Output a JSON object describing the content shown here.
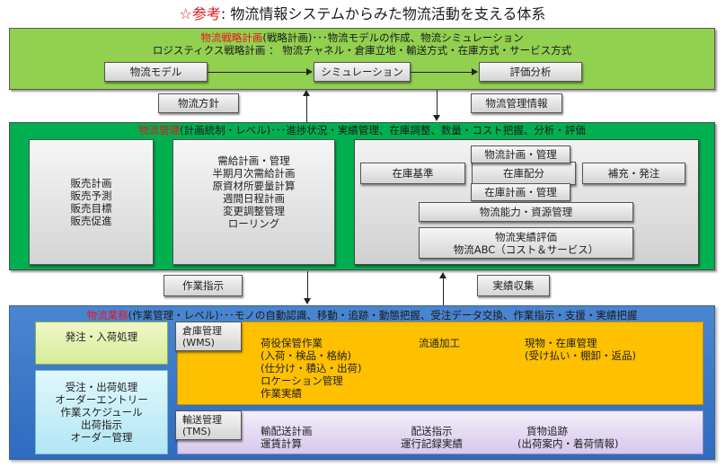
{
  "title": {
    "star": "☆",
    "ref": "参考",
    "rest": ": 物流情報システムからみた物流活動を支える体系"
  },
  "strategy": {
    "heading_red": "物流戦略計画",
    "heading_rest": "(戦略計画)･･･物流モデルの作成、物流シミュレーション",
    "line2": "ロジスティクス戦略計画 ： 物流チャネル・倉庫立地・輸送方式・在庫方式・サービス方式",
    "flow": [
      "物流モデル",
      "シミュレーション",
      "評価分析"
    ]
  },
  "links_top": {
    "left_label": "物流方針",
    "right_label": "物流管理情報"
  },
  "management": {
    "heading_red": "物流管理",
    "heading_rest": "(計画統制・レベル)･･･進捗状況・実績管理、在庫調整、数量・コスト把握、分析・評価",
    "sales_box": [
      "販売計画",
      "販売予測",
      "販売目標",
      "販売促進"
    ],
    "supply_box": [
      "需給計画・管理",
      "半期月次需給計画",
      "原資材所要量計算",
      "週間日程計画",
      "変更調整管理",
      "ローリング"
    ],
    "inventory": {
      "standard": "在庫基準",
      "logistics_plan": "物流計画・管理",
      "allocation": "在庫配分",
      "inventory_plan": "在庫計画・管理",
      "replenish": "補充・発注",
      "capacity": "物流能力・資源管理",
      "evaluation_line1": "物流実績評価",
      "evaluation_line2": "物流ABC（コスト＆サービス）"
    }
  },
  "links_bottom": {
    "left_label": "作業指示",
    "right_label": "実績収集"
  },
  "operations": {
    "heading_red": "物流業務",
    "heading_rest": "(作業管理・レベル)･･･モノの自動認識、移動・追跡・動態把握、受注データ交換、作業指示・支援・実績把握",
    "order_receiving": "発注・入荷処理",
    "order_shipping": [
      "受注・出荷処理",
      "オーダーエントリー",
      "作業スケジュール",
      "出荷指示",
      "オーダー管理"
    ],
    "wms": {
      "tag": [
        "倉庫管理",
        "(WMS)"
      ],
      "col1": [
        "荷役保管作業",
        "(入荷・検品・格納)",
        "(仕分け・積込・出荷)",
        "ロケーション管理",
        "作業実績"
      ],
      "col2": [
        "流通加工"
      ],
      "col3": [
        "現物・在庫管理",
        "(受け払い・棚卸・返品)"
      ]
    },
    "tms": {
      "tag": [
        "輸送管理",
        "(TMS)"
      ],
      "col1": [
        "輸配送計画",
        "運賃計算"
      ],
      "col2": [
        "配送指示",
        "運行記録実績"
      ],
      "col3": [
        "貨物追跡",
        "(出荷案内・着荷情報)"
      ]
    }
  },
  "colors": {
    "strategy_panel": "#92d050",
    "management_panel": "#00b050",
    "operations_panel": "#3a78c8",
    "wms_area": "#ffc000",
    "tms_area": "#dcd0ee",
    "accent_red": "#e8141c"
  }
}
